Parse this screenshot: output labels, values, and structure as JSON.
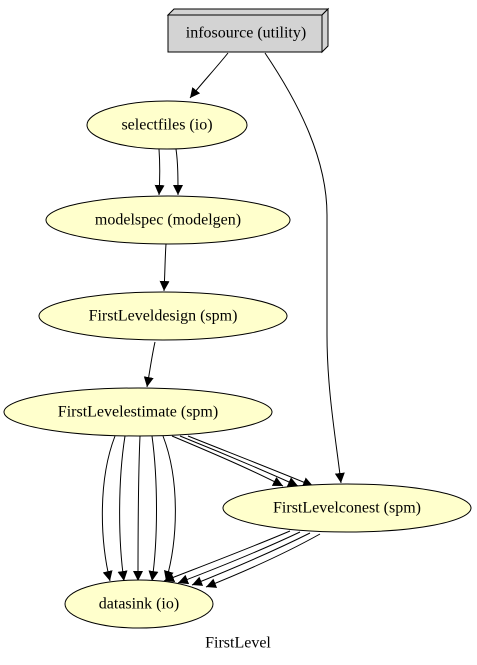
{
  "graph": {
    "caption": "FirstLevel",
    "nodes": {
      "infosource": "infosource (utility)",
      "selectfiles": "selectfiles (io)",
      "modelspec": "modelspec (modelgen)",
      "design": "FirstLeveldesign (spm)",
      "estimate": "FirstLevelestimate (spm)",
      "conest": "FirstLevelconest (spm)",
      "datasink": "datasink (io)"
    },
    "edges": [
      {
        "from": "infosource",
        "to": "selectfiles"
      },
      {
        "from": "infosource",
        "to": "conest"
      },
      {
        "from": "selectfiles",
        "to": "modelspec"
      },
      {
        "from": "selectfiles",
        "to": "modelspec"
      },
      {
        "from": "modelspec",
        "to": "design"
      },
      {
        "from": "design",
        "to": "estimate"
      },
      {
        "from": "estimate",
        "to": "conest"
      },
      {
        "from": "estimate",
        "to": "conest"
      },
      {
        "from": "estimate",
        "to": "conest"
      },
      {
        "from": "estimate",
        "to": "datasink"
      },
      {
        "from": "estimate",
        "to": "datasink"
      },
      {
        "from": "estimate",
        "to": "datasink"
      },
      {
        "from": "estimate",
        "to": "datasink"
      },
      {
        "from": "estimate",
        "to": "datasink"
      },
      {
        "from": "conest",
        "to": "datasink"
      },
      {
        "from": "conest",
        "to": "datasink"
      },
      {
        "from": "conest",
        "to": "datasink"
      },
      {
        "from": "conest",
        "to": "datasink"
      }
    ],
    "colors": {
      "node_fill": "#ffffcc",
      "utility_fill": "#d3d3d3",
      "stroke": "#000000",
      "background": "#ffffff"
    }
  }
}
